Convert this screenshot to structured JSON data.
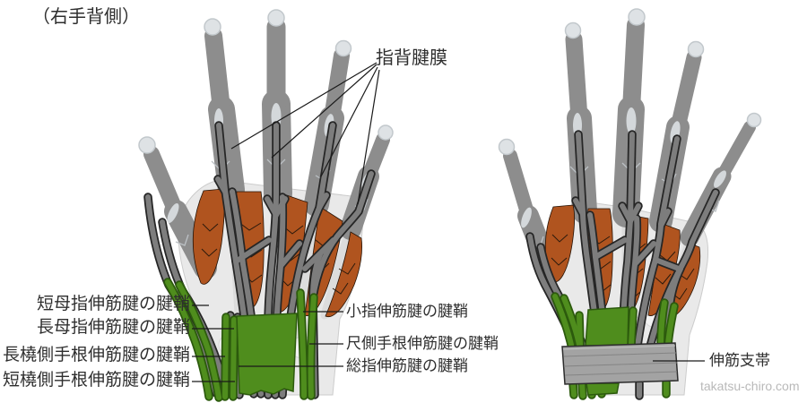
{
  "figure": {
    "note": "（右手背側）",
    "watermark": "takatsu-chiro.com"
  },
  "labels": {
    "dorsal_aponeurosis": "指背腱膜",
    "left": [
      "短母指伸筋腱の腱鞘",
      "長母指伸筋腱の腱鞘",
      "長橈側手根伸筋腱の腱鞘",
      "短橈側手根伸筋腱の腱鞘"
    ],
    "mid": [
      "小指伸筋腱の腱鞘",
      "尺側手根伸筋腱の腱鞘",
      "総指伸筋腱の腱鞘"
    ],
    "retinaculum": "伸筋支帯"
  },
  "colors": {
    "muscle": "#b0541f",
    "sheath": "#4f8d1d",
    "sheath_outline": "#2c5a0d",
    "tendon": "#7d7d7d",
    "aponeurosis": "#8d8d8d",
    "bone": "#e9e9e9",
    "retinaculum": "#a3a3a3"
  }
}
